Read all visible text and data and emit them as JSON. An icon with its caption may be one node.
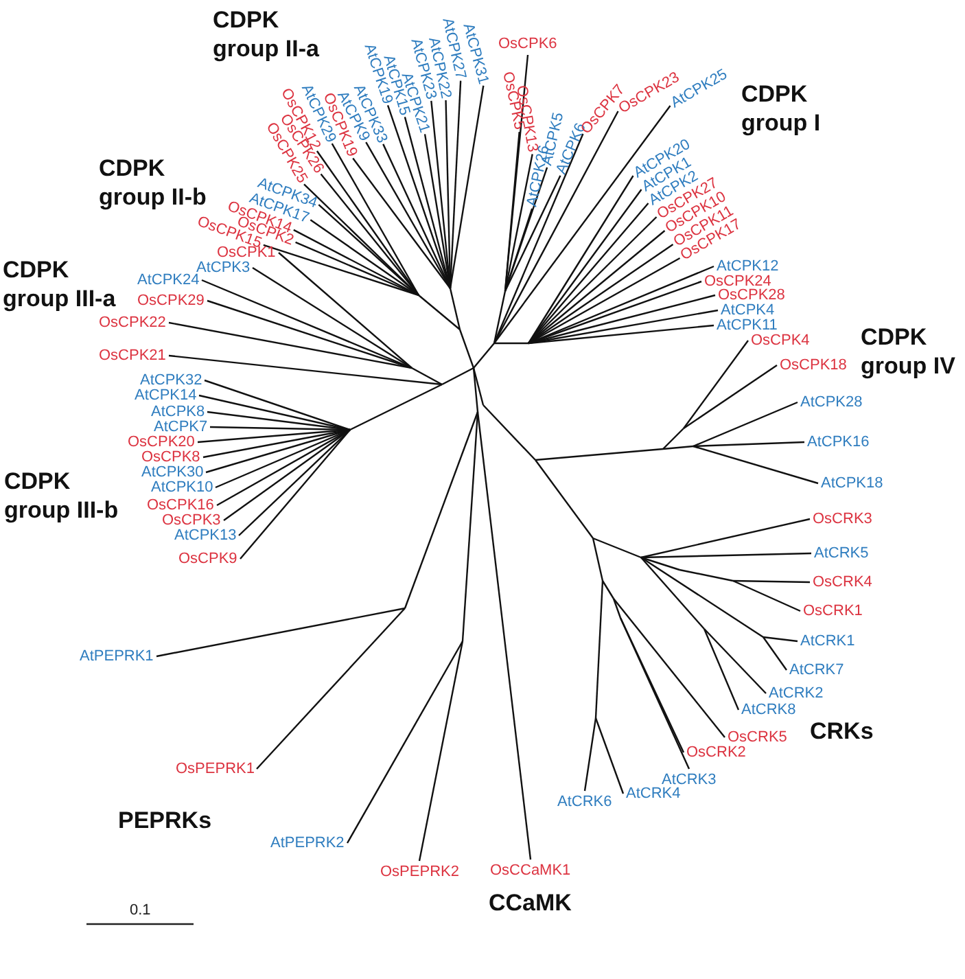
{
  "diagram": {
    "labels": [
      "CDPK group II-a",
      "CDPK group II-b",
      "AtCPK31",
      "AtCPK27",
      "AtCPK22",
      "AtCPK23",
      "AtCPK21",
      "AtCPK15",
      "AtCPK19",
      "AtCPK33",
      "AtCPK9",
      "OsCPK19",
      "AtCPK29",
      "OsCPK12",
      "OsCPK26",
      "OsCPK25",
      "AtCPK34",
      "AtCPK17",
      "OsCPK14",
      "OsCPK2",
      "OsCPK15",
      "CDPK group I",
      "OsCPK6",
      "OsCPK5",
      "OsCPK13",
      "AtCPK26",
      "AtCPK5",
      "AtCPK6",
      "OsCPK7",
      "OsCPK23",
      "AtCPK25",
      "AtCPK20",
      "AtCPK1",
      "AtCPK2",
      "OsCPK27",
      "OsCPK10",
      "OsCPK11",
      "OsCPK17",
      "AtCPK12",
      "OsCPK24",
      "OsCPK28",
      "AtCPK4",
      "AtCPK11",
      "CDPK group III-a",
      "OsCPK1",
      "AtCPK3",
      "AtCPK24",
      "OsCPK29",
      "OsCPK22",
      "OsCPK21",
      "CDPK group IV",
      "OsCPK4",
      "OsCPK18",
      "AtCPK28",
      "AtCPK16",
      "AtCPK18",
      "CDPK group III-b",
      "AtCPK32",
      "AtCPK14",
      "AtCPK8",
      "AtCPK7",
      "OsCPK20",
      "OsCPK8",
      "AtCPK30",
      "AtCPK10",
      "OsCPK16",
      "OsCPK3",
      "AtCPK13",
      "OsCPK9",
      "OsCRK3",
      "AtCRK5",
      "OsCRK4",
      "OsCRK1",
      "AtCRK1",
      "AtCRK7",
      "AtCRK2",
      "AtCRK8",
      "OsCRK5",
      "OsCRK2",
      "AtCRK3",
      "AtCRK4",
      "AtCRK6",
      "CRKs",
      "AtPEPRK1",
      "OsPEPRK1",
      "PEPRKs",
      "AtPEPRK2",
      "OsPEPRK2",
      "OsCCaMK1",
      "CCaMK",
      "0.1"
    ]
  }
}
